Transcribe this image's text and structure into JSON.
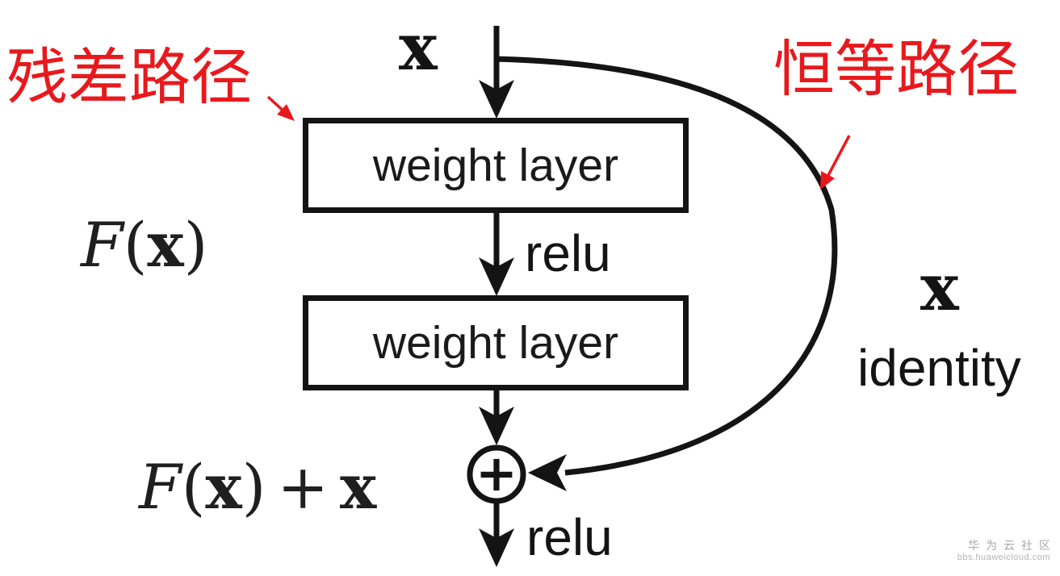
{
  "colors": {
    "ink": "#141414",
    "red": "#e8191d",
    "watermark_gray": "#a8a8a8"
  },
  "annotations": {
    "residual_path_label": "残差路径",
    "identity_path_label": "恒等路径"
  },
  "flow": {
    "input_label": "x",
    "weight_layer_top": "weight layer",
    "relu_between": "relu",
    "weight_layer_bottom": "weight layer",
    "sum_symbol": "+",
    "relu_output": "relu"
  },
  "math": {
    "residual_fn": {
      "f": "F",
      "open": "(",
      "arg": "x",
      "close": ")"
    },
    "output_sum": {
      "f": "F",
      "open": "(",
      "arg": "x",
      "close": ")",
      "plus": "+",
      "x": "x"
    }
  },
  "identity_branch": {
    "x": "x",
    "label": "identity"
  },
  "watermark": {
    "site": "华为云社区",
    "url": "bbs.huaweicloud.com"
  }
}
